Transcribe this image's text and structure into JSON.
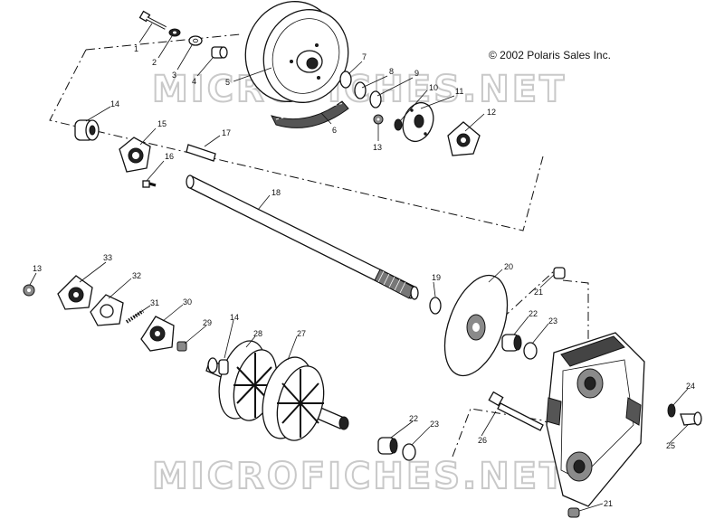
{
  "copyright": "© 2002 Polaris Sales Inc.",
  "watermarks": [
    "MICROFICHES.NET",
    "MICROFICHES.NET"
  ],
  "callouts": [
    {
      "id": "c1",
      "text": "1"
    },
    {
      "id": "c2",
      "text": "2"
    },
    {
      "id": "c3",
      "text": "3"
    },
    {
      "id": "c4",
      "text": "4"
    },
    {
      "id": "c5",
      "text": "5"
    },
    {
      "id": "c6",
      "text": "6"
    },
    {
      "id": "c7",
      "text": "7"
    },
    {
      "id": "c8",
      "text": "8"
    },
    {
      "id": "c9",
      "text": "9"
    },
    {
      "id": "c10",
      "text": "10"
    },
    {
      "id": "c11",
      "text": "11"
    },
    {
      "id": "c12",
      "text": "12"
    },
    {
      "id": "c13a",
      "text": "13"
    },
    {
      "id": "c14a",
      "text": "14"
    },
    {
      "id": "c15",
      "text": "15"
    },
    {
      "id": "c16",
      "text": "16"
    },
    {
      "id": "c17",
      "text": "17"
    },
    {
      "id": "c18",
      "text": "18"
    },
    {
      "id": "c19",
      "text": "19"
    },
    {
      "id": "c20",
      "text": "20"
    },
    {
      "id": "c21a",
      "text": "21"
    },
    {
      "id": "c22a",
      "text": "22"
    },
    {
      "id": "c23a",
      "text": "23"
    },
    {
      "id": "c13b",
      "text": "13"
    },
    {
      "id": "c33",
      "text": "33"
    },
    {
      "id": "c32",
      "text": "32"
    },
    {
      "id": "c31",
      "text": "31"
    },
    {
      "id": "c30",
      "text": "30"
    },
    {
      "id": "c29",
      "text": "29"
    },
    {
      "id": "c14b",
      "text": "14"
    },
    {
      "id": "c28",
      "text": "28"
    },
    {
      "id": "c27",
      "text": "27"
    },
    {
      "id": "c22b",
      "text": "22"
    },
    {
      "id": "c23b",
      "text": "23"
    },
    {
      "id": "c26",
      "text": "26"
    },
    {
      "id": "c24",
      "text": "24"
    },
    {
      "id": "c25",
      "text": "25"
    },
    {
      "id": "c21b",
      "text": "21"
    }
  ]
}
